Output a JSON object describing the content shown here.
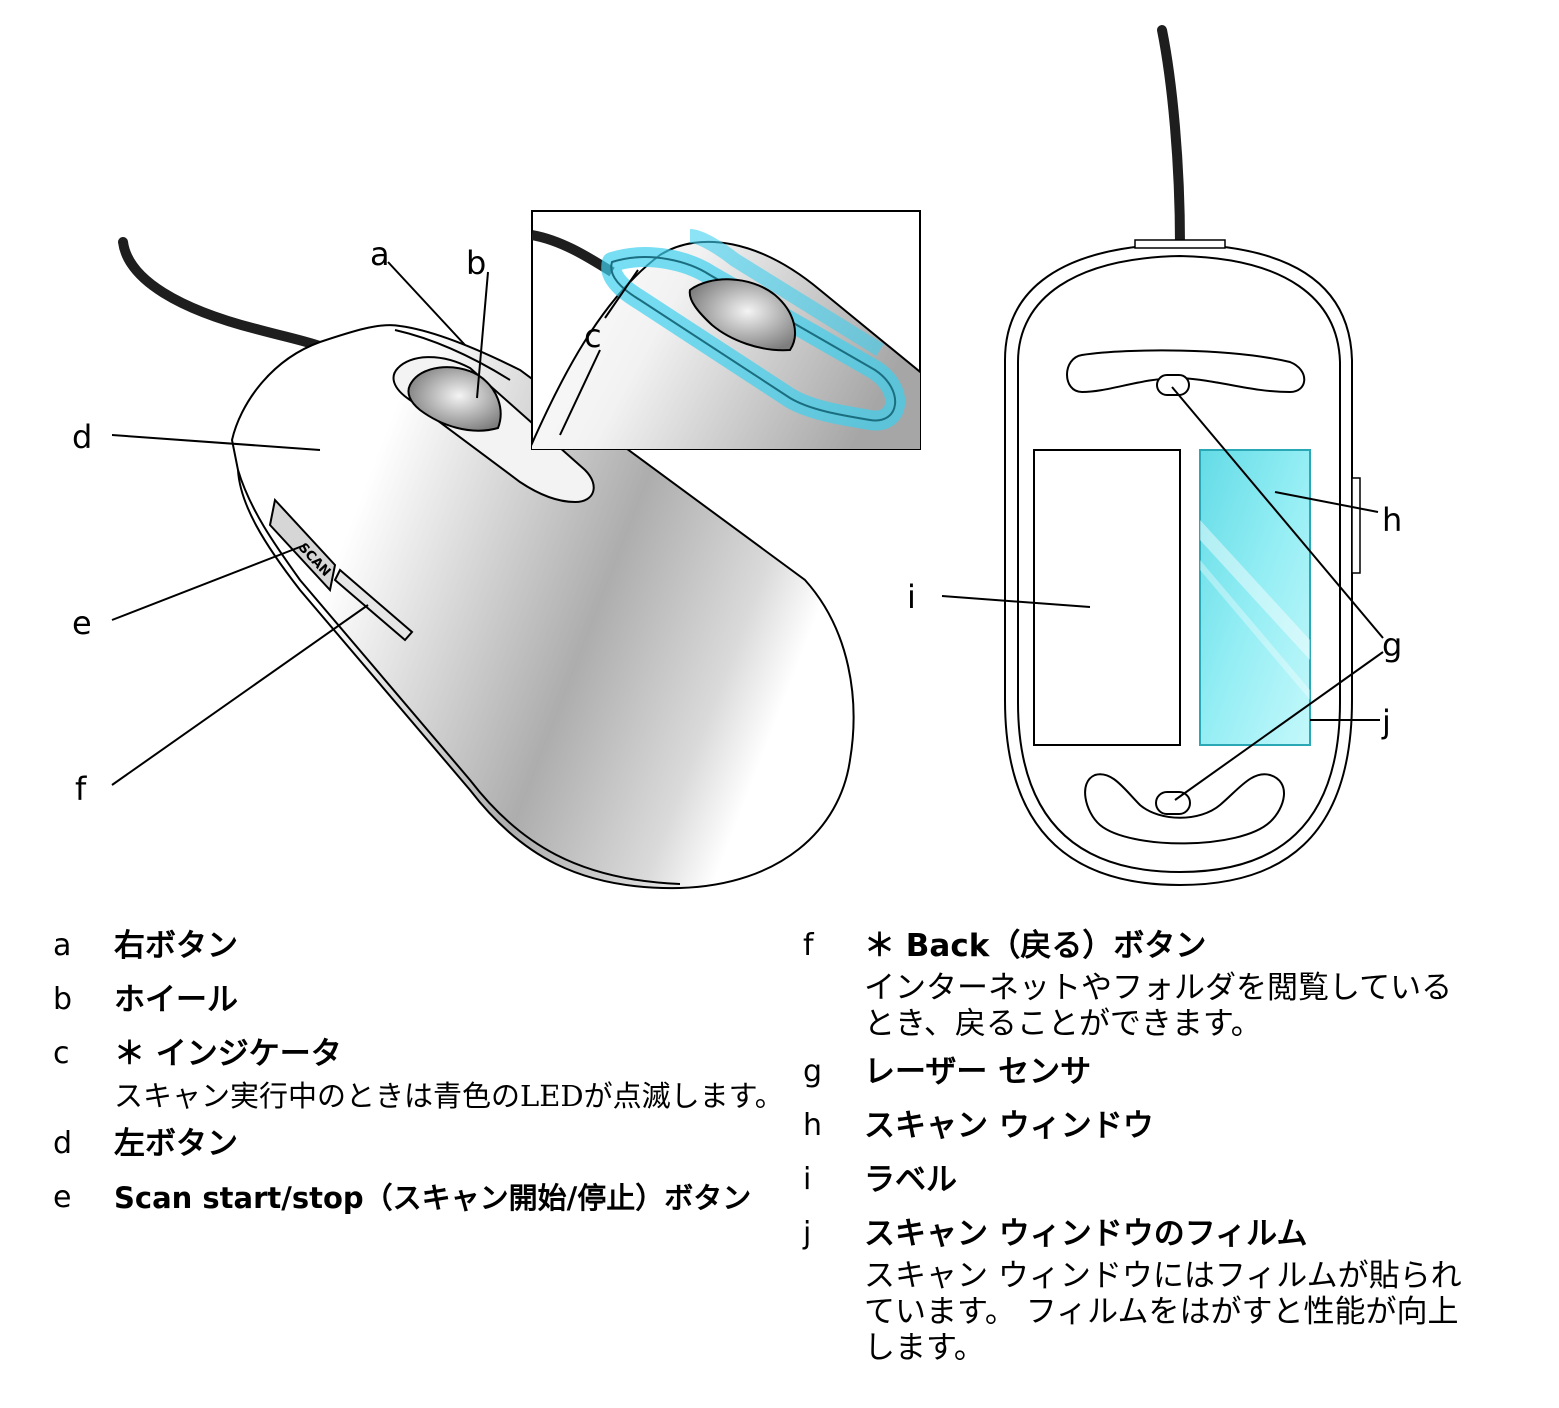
{
  "callouts": {
    "a": "a",
    "b": "b",
    "c": "c",
    "d": "d",
    "e": "e",
    "f": "f",
    "g": "g",
    "h": "h",
    "i": "i",
    "j": "j"
  },
  "scan_button_text": "SCAN",
  "colors": {
    "indicator_glow": "#3fd0ee",
    "scan_window": "#8ef0f6",
    "body_shade": "#b0b0b0",
    "outline": "#000000"
  },
  "legend": {
    "left": [
      {
        "letter": "a",
        "title": "右ボタン",
        "desc": ""
      },
      {
        "letter": "b",
        "title": "ホイール",
        "desc": ""
      },
      {
        "letter": "c",
        "title": "＊ インジケータ",
        "desc": "スキャン実行中のときは青色のLEDが点滅します。"
      },
      {
        "letter": "d",
        "title": "左ボタン",
        "desc": ""
      },
      {
        "letter": "e",
        "title": "Scan start/stop（スキャン開始/停止）ボタン",
        "desc": ""
      }
    ],
    "right": [
      {
        "letter": "f",
        "title": "＊ Back（戻る）ボタン",
        "desc": "インターネットやフォルダを閲覧している\nとき、戻ることができます。"
      },
      {
        "letter": "g",
        "title": "レーザー センサ",
        "desc": ""
      },
      {
        "letter": "h",
        "title": "スキャン ウィンドウ",
        "desc": ""
      },
      {
        "letter": "i",
        "title": "ラベル",
        "desc": ""
      },
      {
        "letter": "j",
        "title": "スキャン ウィンドウのフィルム",
        "desc": "スキャン ウィンドウにはフィルムが貼られ\nています。 フィルムをはがすと性能が向上\nします。"
      }
    ]
  }
}
